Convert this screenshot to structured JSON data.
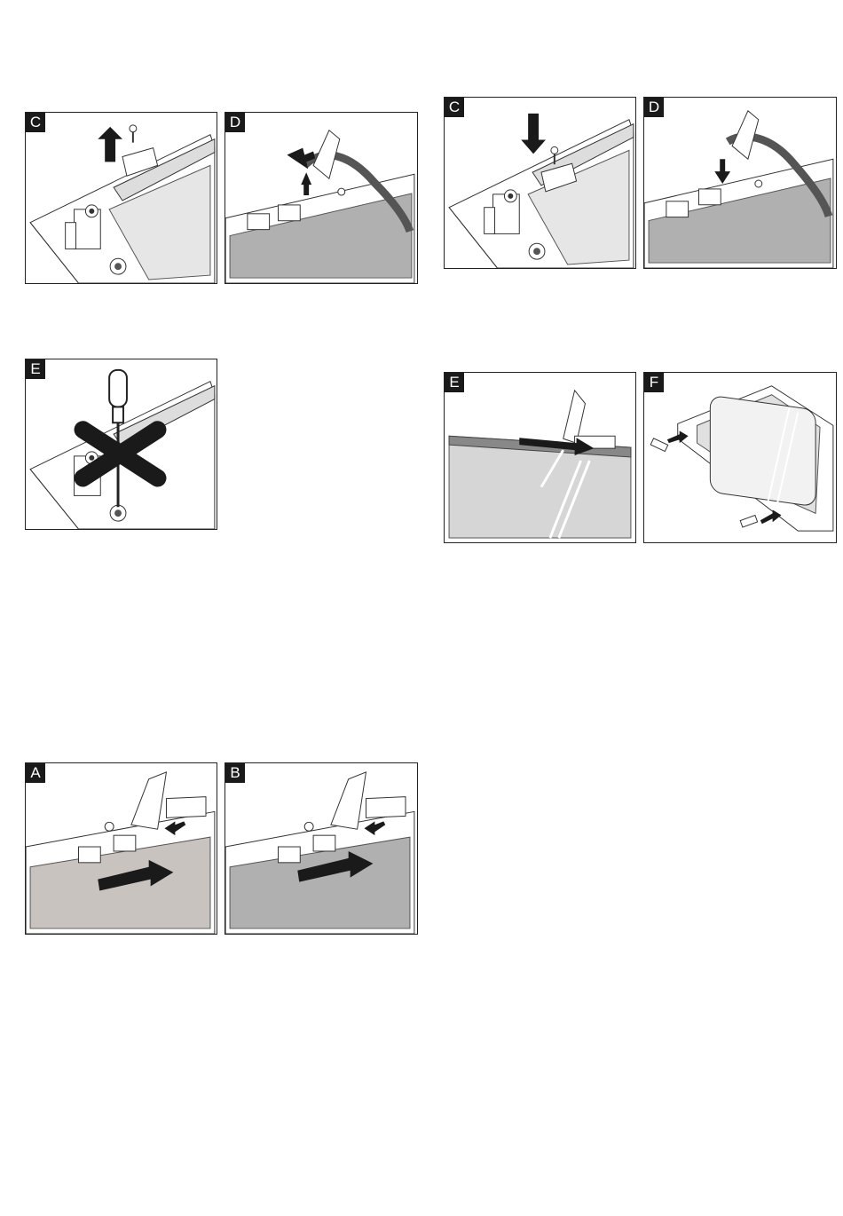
{
  "panels": [
    {
      "label": "C",
      "step": "remove-screw-lift-clip"
    },
    {
      "label": "D",
      "step": "lift-seal"
    },
    {
      "label": "C",
      "step": "insert-screw-press-clip"
    },
    {
      "label": "D",
      "step": "press-seal"
    },
    {
      "label": "E",
      "step": "do-not-unscrew"
    },
    {
      "label": "E",
      "step": "slide-glass-in"
    },
    {
      "label": "F",
      "step": "attach-corner-pieces"
    },
    {
      "label": "A",
      "step": "slide-panel-in"
    },
    {
      "label": "B",
      "step": "slide-panel-in"
    }
  ],
  "colors": {
    "label_bg": "#1a1a1a",
    "glass_light": "#c8c3be",
    "glass_dark": "#b0b0b0",
    "glass_pale": "#d6d6d6",
    "seal": "#555555"
  }
}
